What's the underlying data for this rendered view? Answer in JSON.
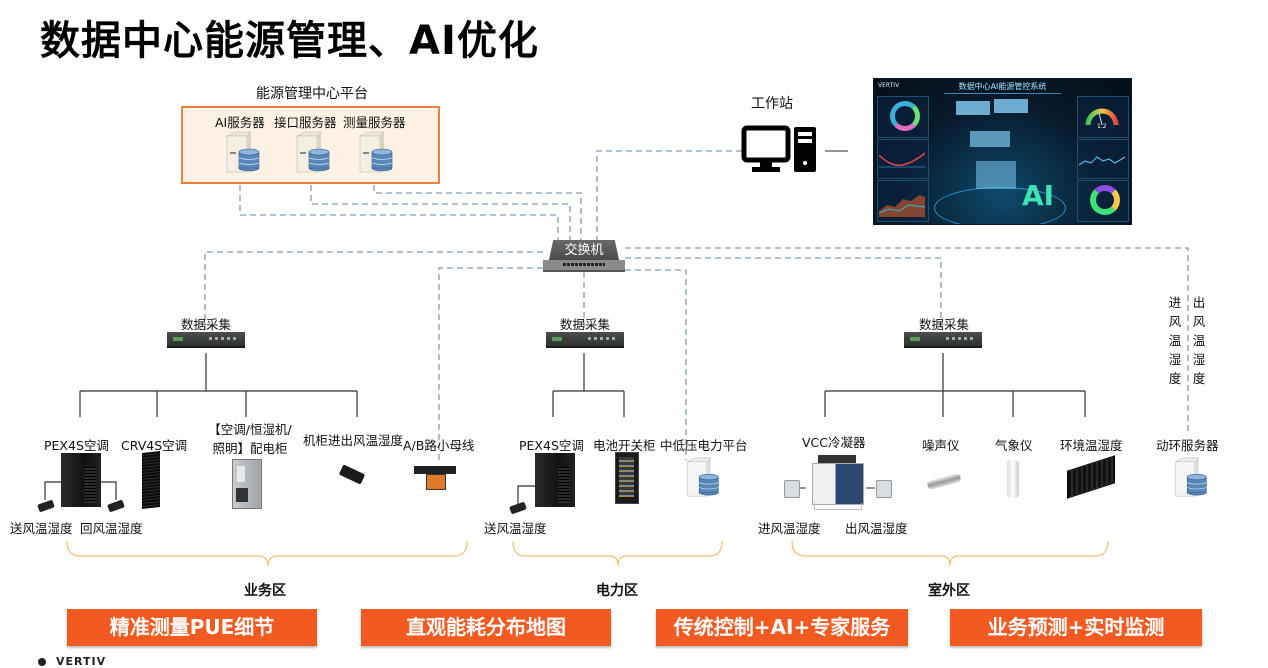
{
  "title": "数据中心能源管理、AI优化",
  "platform": {
    "title": "能源管理中心平台",
    "servers": [
      {
        "label": "AI服务器",
        "icon": "server-database-icon"
      },
      {
        "label": "接口服务器",
        "icon": "server-database-icon"
      },
      {
        "label": "测量服务器",
        "icon": "server-database-icon"
      }
    ]
  },
  "workstation": {
    "label": "工作站",
    "icon": "desktop-computer-icon"
  },
  "dashboard": {
    "title": "数据中心AI能源管控系统",
    "brand": "VERTIV",
    "gauge_value": "1.2",
    "center_text": "AI"
  },
  "switch": {
    "label": "交换机"
  },
  "collectors": [
    {
      "label": "数据采集"
    },
    {
      "label": "数据采集"
    },
    {
      "label": "数据采集"
    }
  ],
  "business_zone": {
    "devices": [
      {
        "label": "PEX4S空调"
      },
      {
        "label": "CRV4S空调"
      },
      {
        "label": "【空调/恒湿机/照明】配电柜"
      },
      {
        "label": "机柜进出风温湿度"
      },
      {
        "label": "A/B路小母线"
      }
    ],
    "sensors": [
      "送风温湿度",
      "回风温湿度"
    ],
    "zone_label": "业务区"
  },
  "power_zone": {
    "devices": [
      {
        "label": "PEX4S空调"
      },
      {
        "label": "电池开关柜"
      },
      {
        "label": "中低压电力平台"
      }
    ],
    "sensors": [
      "送风温湿度"
    ],
    "zone_label": "电力区"
  },
  "outdoor_zone": {
    "devices": [
      {
        "label": "VCC冷凝器"
      },
      {
        "label": "噪声仪"
      },
      {
        "label": "气象仪"
      },
      {
        "label": "环境温湿度"
      }
    ],
    "sensors": [
      "进风温湿度",
      "出风温湿度"
    ],
    "zone_label": "室外区"
  },
  "env_server": {
    "label": "动环服务器",
    "inlet_label": "进风温湿度",
    "outlet_label": "出风温湿度"
  },
  "banners": [
    "精准测量PUE细节",
    "直观能耗分布地图",
    "传统控制+AI+专家服务",
    "业务预测+实时监测"
  ],
  "footer": {
    "brand": "VERTIV"
  },
  "colors": {
    "accent_orange": "#f35a22",
    "platform_border": "#e9823f",
    "platform_fill": "#fdf2e4",
    "dashed_line": "#7f9cb5",
    "bracket": "#f0c27a"
  }
}
